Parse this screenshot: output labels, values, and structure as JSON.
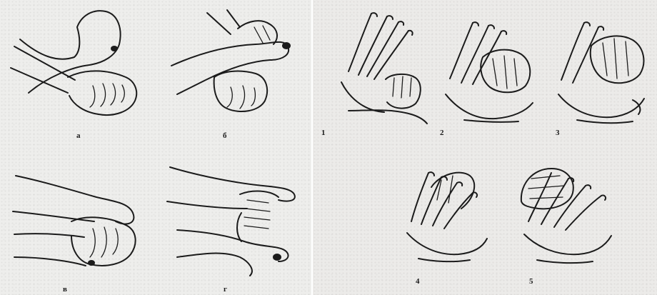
{
  "left_panel": {
    "figures": [
      {
        "caption": "а"
      },
      {
        "caption": "б"
      },
      {
        "caption": "в"
      },
      {
        "caption": "г"
      }
    ]
  },
  "right_panel": {
    "figures": [
      {
        "caption": "1"
      },
      {
        "caption": "2"
      },
      {
        "caption": "3"
      },
      {
        "caption": "4"
      },
      {
        "caption": "5"
      }
    ]
  }
}
